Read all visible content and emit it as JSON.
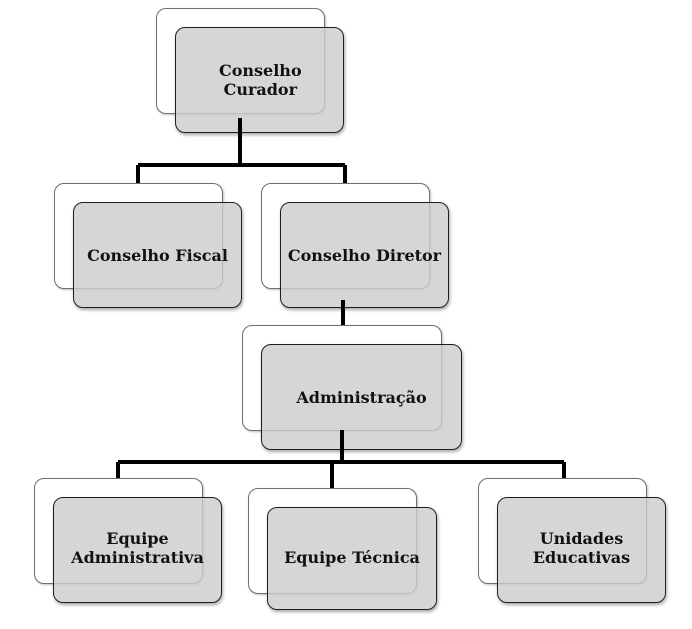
{
  "colors": {
    "node_fill": "#d4d4d4",
    "node_fill_overlay": "rgba(205,205,205,0.82)",
    "line": "#000000",
    "back_card": "#ffffff"
  },
  "nodes": {
    "conselho_curador": "Conselho\nCurador",
    "conselho_fiscal": "Conselho Fiscal",
    "conselho_diretor": "Conselho Diretor",
    "administracao": "Administração",
    "equipe_administrativa": "Equipe\nAdministrativa",
    "equipe_tecnica": "Equipe Técnica",
    "unidades_educativas": "Unidades\nEducativas"
  }
}
